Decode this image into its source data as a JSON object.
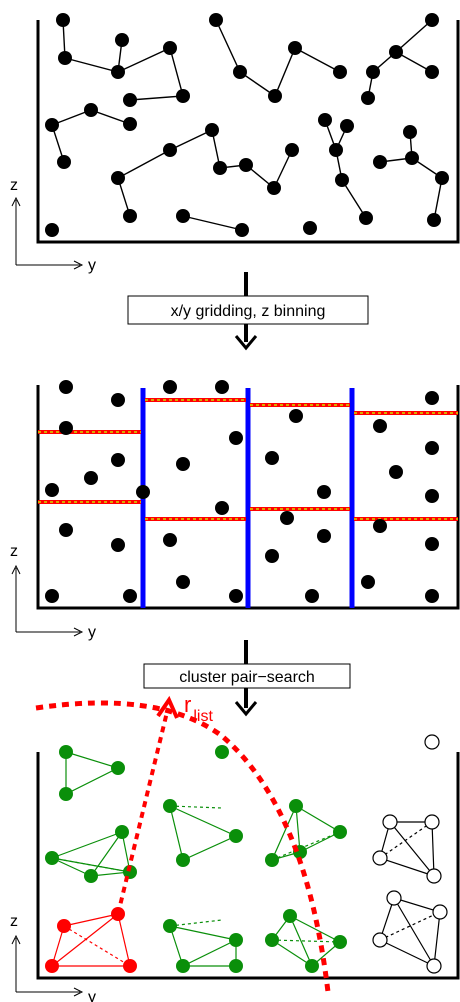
{
  "axes": {
    "z_label": "z",
    "y_label": "y"
  },
  "steps": {
    "gridding_label": "x/y gridding, z binning",
    "pair_search_label": "cluster pair−search"
  },
  "annotations": {
    "r_main": "r",
    "r_sub": "list"
  },
  "colors": {
    "particle": "#000000",
    "grid_wall": "#0000ff",
    "bin_boundary": "#ff0000",
    "bin_boundary_dash": "#d9a800",
    "in_range_cluster": "#0a8f0a",
    "home_cluster": "#ff0000",
    "out_of_range_cluster": "#000000"
  }
}
